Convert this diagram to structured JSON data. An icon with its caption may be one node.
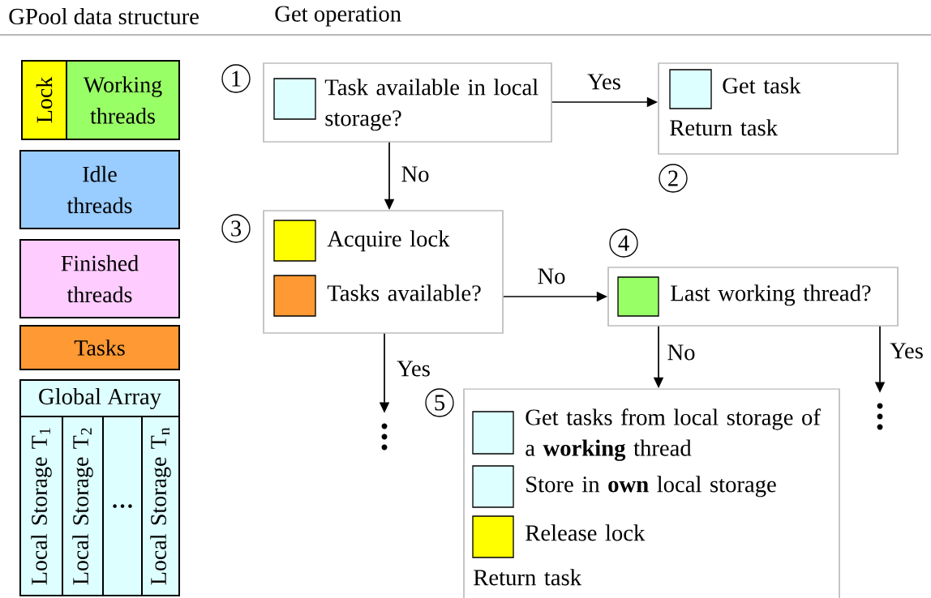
{
  "diagram": {
    "nodes": [
      {
        "text": [
          "Lock"
        ]
      },
      {
        "text": [
          "Working threads"
        ]
      },
      {
        "text": [
          "Idle threads"
        ]
      },
      {
        "text": [
          "Finished threads"
        ]
      },
      {
        "text": [
          "Tasks"
        ]
      },
      {
        "text": [
          "Global Array"
        ]
      },
      {
        "text": [
          "Local Storage T$_{1}$"
        ],
        "in": 5
      },
      {
        "text": [
          "Local Storage T$_{2}$"
        ],
        "in": 5
      },
      {
        "text": [
          "…"
        ],
        "in": 5
      },
      {
        "text": [
          "Local Storage T$_{n}$"
        ],
        "in": 5
      },
      {
        "text": [
          "Task available in local storage?"
        ],
        "beside": [
          "1"
        ]
      },
      {
        "text": [
          "Get task",
          "Return task"
        ],
        "beside": [
          "2"
        ]
      },
      {
        "text": [
          "Acquire lock",
          "Tasks available?"
        ],
        "beside": [
          "3"
        ]
      },
      {
        "text": [
          "Last working thread?"
        ],
        "beside": [
          "4"
        ]
      },
      {
        "text": [
          "Get tasks from local storage of a **working** thread",
          "Store in **own** local storage",
          "Release lock",
          "Return task"
        ],
        "beside": [
          "5"
        ]
      },
      {
        "text": [],
        "shape": "dots"
      },
      {
        "text": [],
        "shape": "dots"
      }
    ],
    "edges": [
      {
        "from": 10,
        "to": 11,
        "arrow": "to",
        "label": "Yes"
      },
      {
        "from": 10,
        "to": 12,
        "arrow": "to",
        "label": "No"
      },
      {
        "from": 12,
        "to": 13,
        "arrow": "to",
        "label": "No"
      },
      {
        "from": 12,
        "to": 15,
        "arrow": "to",
        "label": "Yes"
      },
      {
        "from": 13,
        "to": 14,
        "arrow": "to",
        "label": "No"
      },
      {
        "from": 13,
        "to": 16,
        "arrow": "to",
        "label": "Yes"
      }
    ],
    "labels": [
      "GPool data structure",
      "Get operation"
    ]
  }
}
